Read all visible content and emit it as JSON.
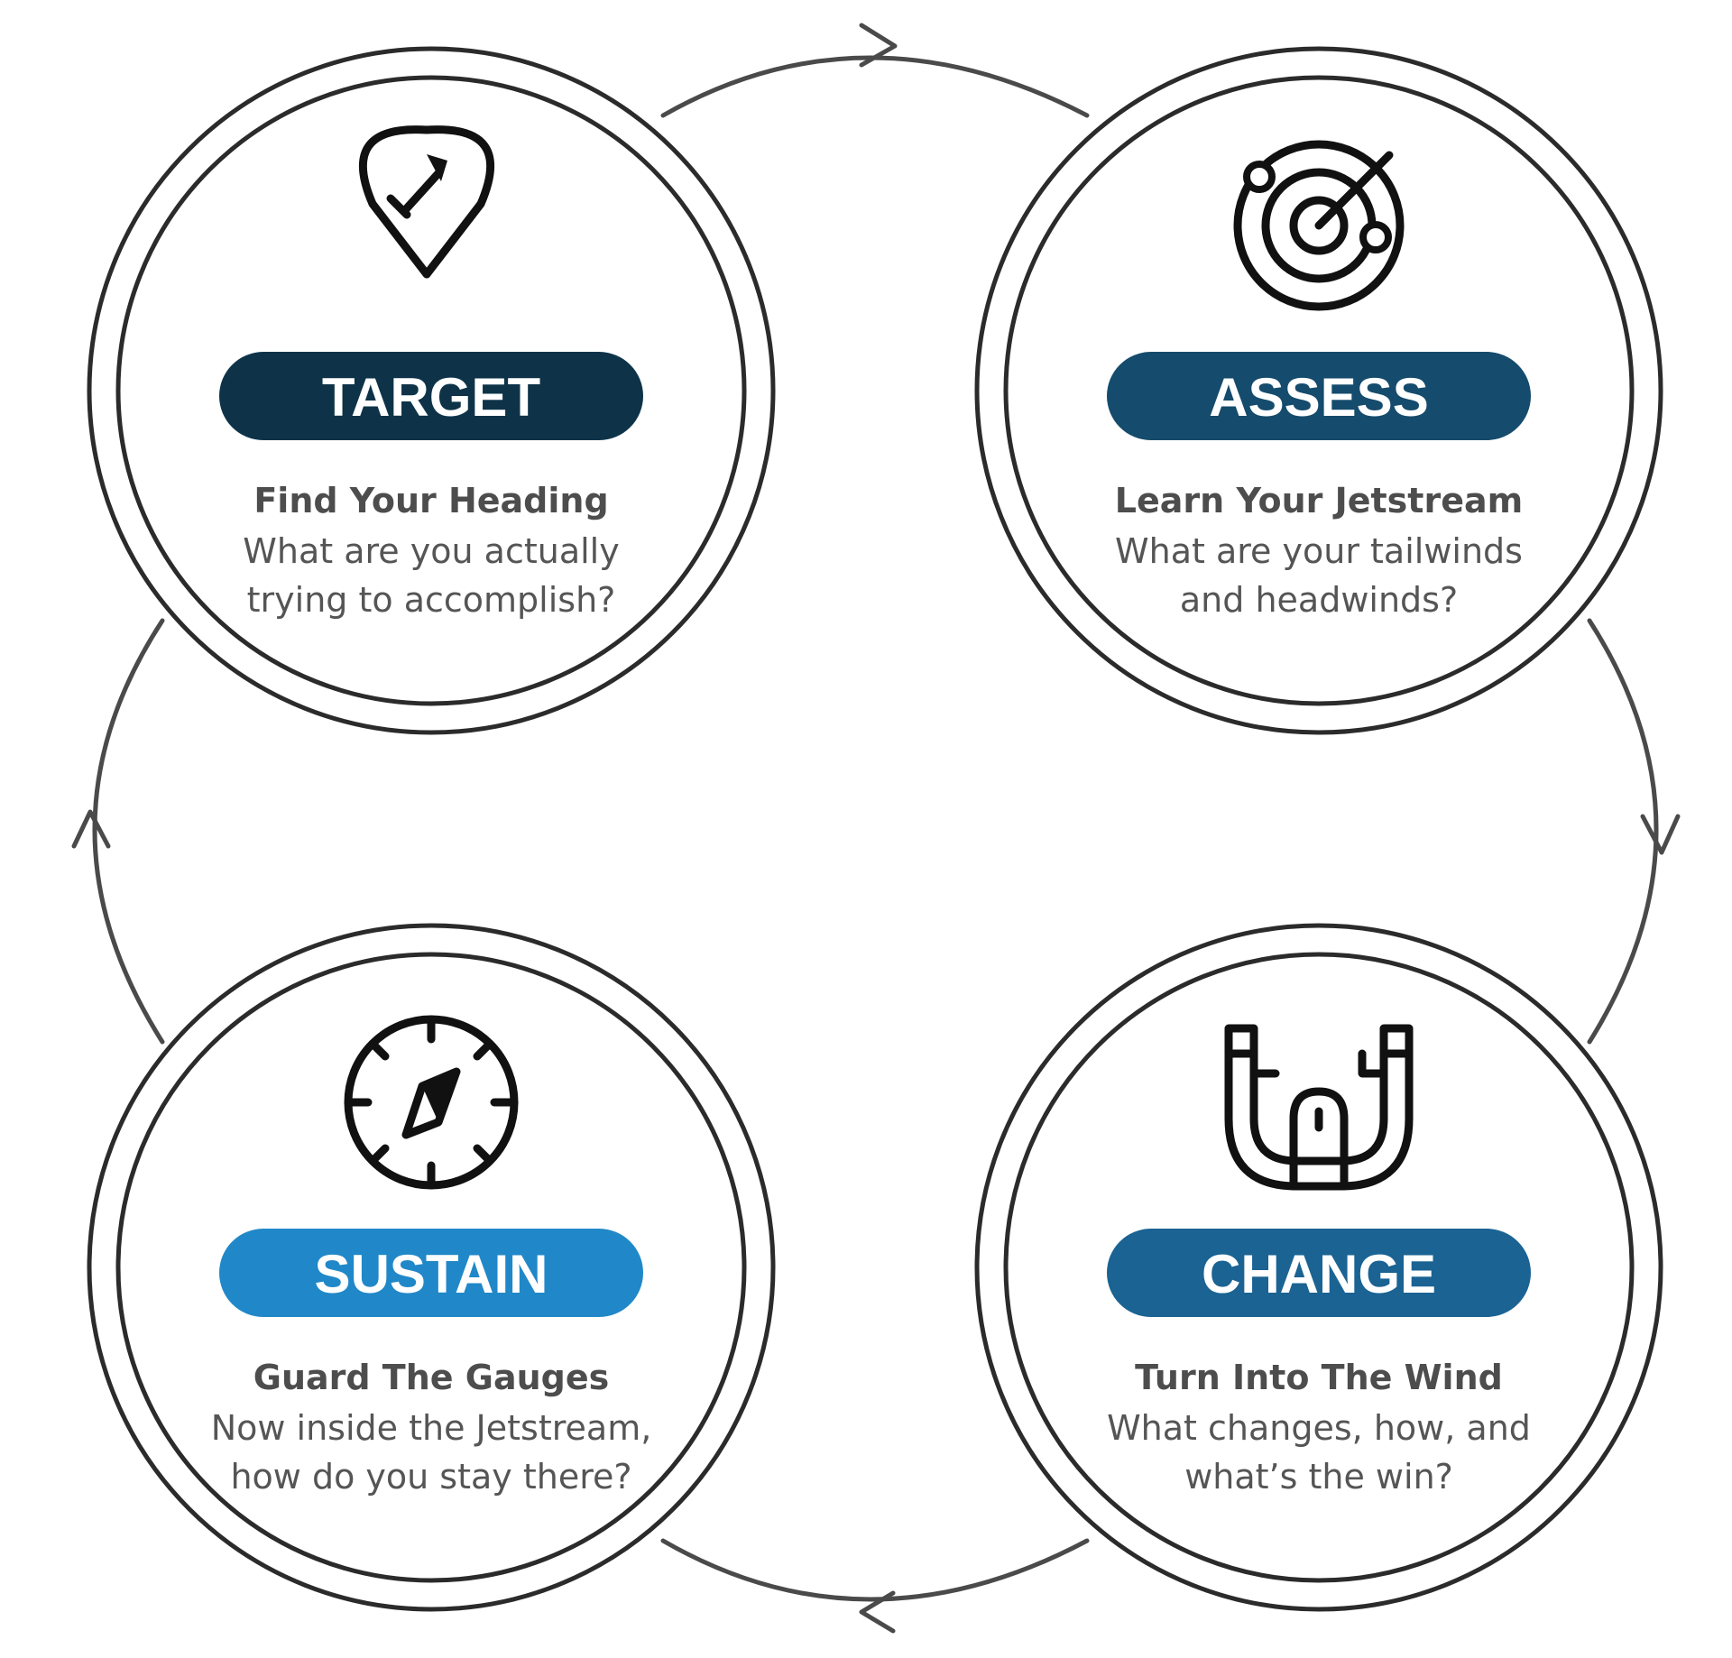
{
  "stages": [
    {
      "id": "target",
      "title": "TARGET",
      "subtitle": "Find Your Heading",
      "body_lines": [
        "What are you actually",
        "trying to accomplish?"
      ],
      "pill_color": "#0e3349",
      "icon": "location-pin-arrow-icon"
    },
    {
      "id": "assess",
      "title": "ASSESS",
      "subtitle": "Learn Your Jetstream",
      "body_lines": [
        "What are your tailwinds",
        "and headwinds?"
      ],
      "pill_color": "#154b6c",
      "icon": "radar-icon"
    },
    {
      "id": "sustain",
      "title": "SUSTAIN",
      "subtitle": "Guard The Gauges",
      "body_lines": [
        "Now inside the Jetstream,",
        "how do you stay there?"
      ],
      "pill_color": "#2088c8",
      "icon": "compass-icon"
    },
    {
      "id": "change",
      "title": "CHANGE",
      "subtitle": "Turn Into The Wind",
      "body_lines": [
        "What changes, how, and",
        "what’s the win?"
      ],
      "pill_color": "#1a6393",
      "icon": "magnet-icon"
    }
  ],
  "flow": {
    "direction": "clockwise",
    "sequence": [
      "target",
      "assess",
      "change",
      "sustain"
    ]
  }
}
